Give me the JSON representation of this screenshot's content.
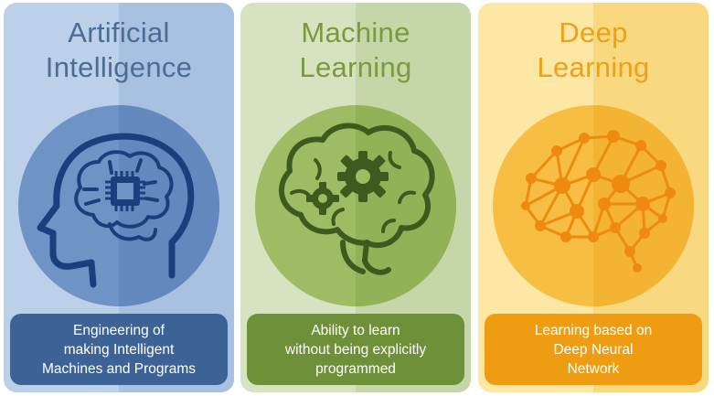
{
  "panels": [
    {
      "id": "ai",
      "title_lines": [
        "Artificial",
        "Intelligence"
      ],
      "caption_lines": [
        "Engineering of",
        "making Intelligent",
        "Machines and Programs"
      ],
      "icon": "head-with-chip-brain-icon",
      "color": "#3d6396"
    },
    {
      "id": "ml",
      "title_lines": [
        "Machine",
        "Learning"
      ],
      "caption_lines": [
        "Ability to learn",
        "without being explicitly",
        "programmed"
      ],
      "icon": "brain-with-gears-icon",
      "color": "#6e9039"
    },
    {
      "id": "dl",
      "title_lines": [
        "Deep",
        "Learning"
      ],
      "caption_lines": [
        "Learning based on",
        "Deep Neural",
        "Network"
      ],
      "icon": "neural-network-brain-icon",
      "color": "#ee9d12"
    }
  ]
}
